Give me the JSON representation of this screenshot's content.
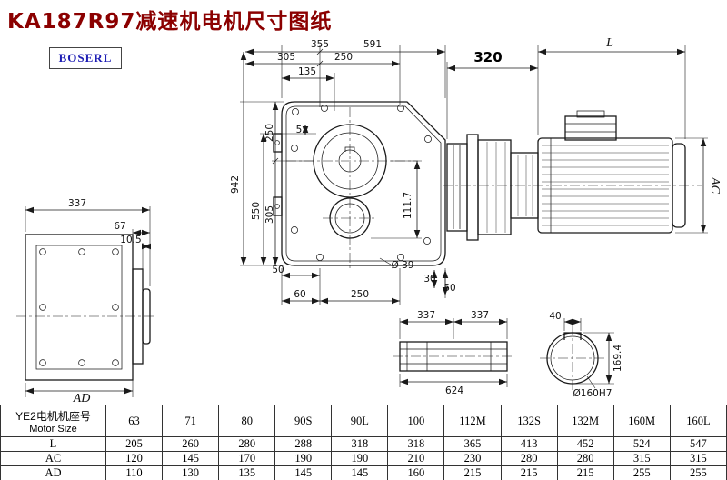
{
  "page": {
    "title": "KA187R97减速机电机尺寸图纸",
    "logo": "BOSERL"
  },
  "dims": {
    "left_view": {
      "width": "337",
      "flange": "67",
      "lip": "10.5",
      "ad": "AD"
    },
    "main_top": {
      "a": "355",
      "b": "591",
      "c": "305",
      "d": "250",
      "e": "135"
    },
    "main_left": {
      "total": "942",
      "h1": "550",
      "h2": "305",
      "h3": "250",
      "gap": "5"
    },
    "main_right": {
      "h": "111.7"
    },
    "main_bottom": {
      "a": "50",
      "b": "60",
      "c": "250",
      "dia": "Ø 39",
      "d": "30",
      "e": "50"
    },
    "motor": {
      "adapter": "320",
      "length": "L",
      "diameter": "AC"
    },
    "shaft": {
      "a": "337",
      "b": "337",
      "total": "624"
    },
    "bore": {
      "key": "40",
      "depth": "169.4",
      "dia": "Ø160H7"
    }
  },
  "table": {
    "header": {
      "cn": "YE2电机机座号",
      "en": "Motor Size"
    },
    "sizes": [
      "63",
      "71",
      "80",
      "90S",
      "90L",
      "100",
      "112M",
      "132S",
      "132M",
      "160M",
      "160L"
    ],
    "rows": [
      {
        "label": "L",
        "values": [
          "205",
          "260",
          "280",
          "288",
          "318",
          "318",
          "365",
          "413",
          "452",
          "524",
          "547"
        ]
      },
      {
        "label": "AC",
        "values": [
          "120",
          "145",
          "170",
          "190",
          "190",
          "210",
          "230",
          "280",
          "280",
          "315",
          "315"
        ]
      },
      {
        "label": "AD",
        "values": [
          "110",
          "130",
          "135",
          "145",
          "145",
          "160",
          "215",
          "215",
          "215",
          "255",
          "255"
        ]
      }
    ]
  }
}
